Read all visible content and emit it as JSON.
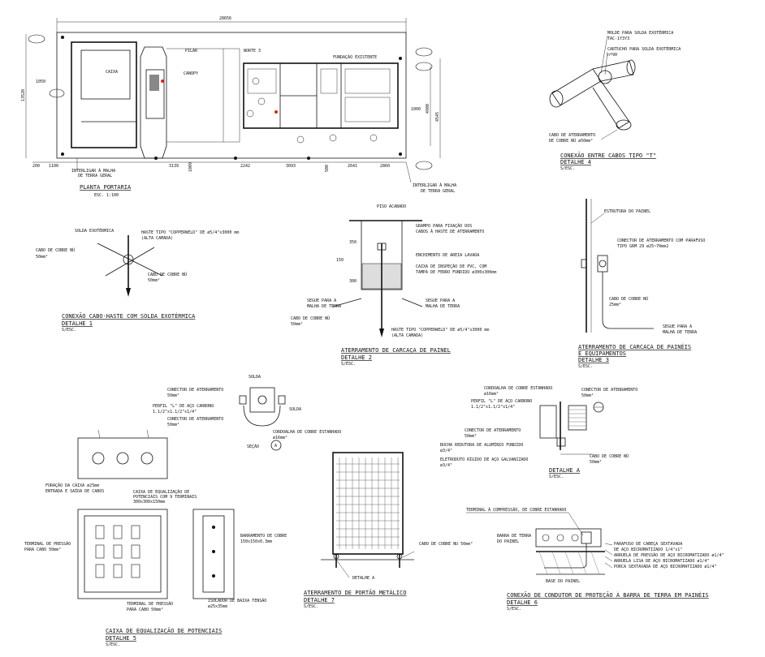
{
  "plan": {
    "title": "PLANTA PORTARIA",
    "scale": "ESC. 1:100",
    "dim_total": "28656",
    "dim_height": "13520",
    "dim_left": "1050",
    "dim_right1": "4545",
    "dim_right2": "4900",
    "dim_right3": "1000",
    "bottom_dims": [
      "200",
      "1100",
      "3139",
      "1009",
      "2242",
      "3093",
      "500",
      "2641",
      "2860"
    ],
    "label_interligar1": "INTERLIGAR À MALHA",
    "label_interligar1b": "DE TERRA GERAL",
    "label_interligar2": "INTERLIGAR À MALHA",
    "label_interligar2b": "DE TERRA GERAL",
    "label_norte": "NORTE 3",
    "label_fundacao": "FUNDAÇÃO EXISTENTE",
    "label_caixa": "CAIXA",
    "label_canopy": "CANOPY",
    "label_pilar": "PILAR"
  },
  "d4": {
    "title": "CONEXÃO ENTRE CABOS TIPO \"T\"",
    "detail": "DETALHE 4",
    "scale": "S/ESC.",
    "molde": "MOLDE PARA SOLDA EXOTÉRMICA",
    "molde_code": "TAC-1Y3Y3",
    "cartucho": "CARTUCHO PARA SOLDA EXOTÉRMICA",
    "cartucho_code": "nº90",
    "cabo": "CABO DE ATERRAMENTO",
    "cabo2": "DE COBRE NÚ ø50mm²"
  },
  "d1": {
    "title": "CONEXÃO CABO-HASTE COM SOLDA EXOTÉRMICA",
    "detail": "DETALHE 1",
    "scale": "S/ESC.",
    "solda": "SOLDA EXOTÉRMICA",
    "haste": "HASTE TIPO \"COPPERWELD\" DE ø5/4\"x3000 mm",
    "haste2": "(ALTA CAMADA)",
    "cabo1": "CABO DE COBRE NÚ",
    "cabo1b": "50mm²",
    "cabo2": "CABO DE COBRE NÚ",
    "cabo2b": "50mm²"
  },
  "d2": {
    "title": "ATERRAMENTO DE CARCAÇA DE PAINEL",
    "detail": "DETALHE 2",
    "scale": "S/ESC.",
    "piso": "PISO ACABADO",
    "grampo": "GRAMPO PARA FIXAÇÃO DOS",
    "grampo2": "CABOS À HASTE DE ATERRAMENTO",
    "enchimento": "ENCHIMENTO DE AREIA LAVADA",
    "caixa": "CAIXA DE INSPEÇÃO DE PVC, COM",
    "caixa2": "TAMPA DE FERRO FUNDIDO ø300x300mm",
    "segue1": "SEGUE PARA A",
    "segue1b": "MALHA DE TERRA",
    "segue2": "SEGUE PARA A",
    "segue2b": "MALHA DE TERRA",
    "cabo": "CABO DE COBRE NÚ",
    "cabo2": "50mm²",
    "haste": "HASTE TIPO \"COPPERWELD\" DE ø5/4\"x3000 mm",
    "haste2": "(ALTA CAMADA)",
    "dim1": "150",
    "dim2": "350",
    "dim3": "300"
  },
  "d3": {
    "title": "ATERRAMENTO DE CARCAÇA DE PAINÉIS",
    "title2": "E EQUIPAMENTOS",
    "detail": "DETALHE 3",
    "scale": "S/ESC.",
    "estrutura": "ESTRUTURA DO PAINEL",
    "conector": "CONECTOR DE ATERRAMENTO COM PARAFUSO",
    "conector2": "TIPO GRM 29 ø25~70mm2",
    "cabo": "CABO DE COBRE NÚ",
    "cabo2": "25mm²",
    "segue": "SEGUE PARA A",
    "segue2": "MALHA DE TERRA"
  },
  "da": {
    "solda": "SOLDA",
    "conector": "CONECTOR DE ATERRAMENTO",
    "conector_b": "50mm²",
    "perfil": "PERFIL \"L\" DE AÇO CARBONO",
    "perfil_b": "1.1/2\"x1.1/2\"x1/4\"",
    "conector2": "CONECTOR DE ATERRAMENTO",
    "conector2_b": "50mm²",
    "cordoalha": "CORDOALHA DE COBRE ESTANHADO",
    "cordoalha_b": "ø16mm²",
    "secao": "SEÇÃO",
    "secao_mark": "A"
  },
  "da2": {
    "title": "DETALHE A",
    "scale": "S/ESC.",
    "cordoalha": "CORDOALHA DE COBRE ESTANHADO",
    "cordoalha_b": "ø16mm²",
    "perfil": "PERFIL \"L\" DE AÇO CARBONO",
    "perfil_b": "1.1/2\"x1.1/2\"x1/4\"",
    "conector": "CONECTOR DE ATERRAMENTO",
    "conector_b": "50mm²",
    "conector2": "CONECTOR DE ATERRAMENTO",
    "conector2_b": "50mm²",
    "bucha": "BUCHA REDUTORA DE ALUMÍNIO FUNDIDO",
    "bucha_b": "ø3/4\"",
    "eletroduto": "ELETRODUTO RÍGIDO DE AÇO GALVANIZADO",
    "eletroduto_b": "ø3/4\"",
    "cabo": "CABO DE COBRE NÚ",
    "cabo_b": "50mm²"
  },
  "d5": {
    "title": "CAIXA DE EQUALIZAÇÃO DE POTENCIAIS",
    "detail": "DETALHE 5",
    "scale": "S/ESC.",
    "furacao": "FURAÇÃO DA CAIXA ø25mm",
    "furacao2": "ENTRADA E SAÍDA DE CABOS",
    "caixa": "CAIXA DE EQUALIZAÇÃO DE",
    "caixa2": "POTENCIAIS COM 9 TERMINAIS",
    "caixa3": "300x300x150mm",
    "terminal1": "TERMINAL DE PRESSÃO",
    "terminal1b": "PARA CABO 50mm²",
    "terminal2": "TERMINAL DE PRESSÃO",
    "terminal2b": "PARA CABO 50mm²",
    "barramento": "BARRAMENTO DE COBRE",
    "barramento2": "150x150x6.3mm",
    "isolador": "ISOLADOR DE BAIXA TENSÃO",
    "isolador2": "ø25x35mm"
  },
  "d7": {
    "title": "ATERRAMENTO DE PORTÃO METÁLICO",
    "detail": "DETALHE 7",
    "scale": "S/ESC.",
    "cabo": "CABO DE COBRE NU 50mm²",
    "detalhe_a": "DETALHE A"
  },
  "d6": {
    "title": "CONEXÃO DE CONDUTOR DE PROTEÇÃO À BARRA DE TERRA EM PAINÉIS",
    "detail": "DETALHE 6",
    "scale": "S/ESC.",
    "terminal": "TERMINAL À COMPRESSÃO, DE COBRE ESTANHADO",
    "barra": "BARRA DE TERRA",
    "barra2": "DO PAINEL",
    "parafuso": "PARAFUSO DE CABEÇA SEXTAVADA",
    "parafuso2": "DE AÇO BICROMATIZADO 1/4\"x1\"",
    "arruela1": "ARRUELA DE PRESSÃO DE AÇO BICROMATIZADO ø1/4\"",
    "arruela2": "ARRUELA LISA DE AÇO BICROMATIZADO ø1/4\"",
    "porca": "PORCA SEXTAVADA DE AÇO BICROMATIZADO ø1/4\"",
    "base": "BASE DO PAINEL"
  },
  "colors": {
    "line": "#111111",
    "accent": "#d22222",
    "hatch": "#666666"
  },
  "icons": [
    "ground-rod-icon",
    "tee-cable-icon",
    "section-mark-icon"
  ]
}
